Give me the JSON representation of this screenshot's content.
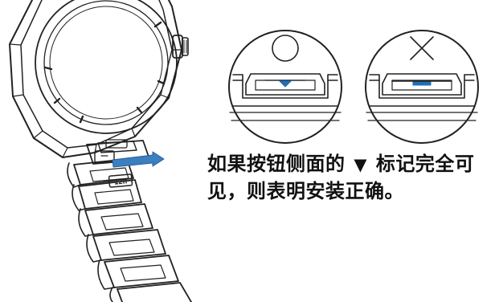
{
  "watch_band": {
    "label": "12H"
  },
  "instruction": {
    "text_before": "如果按钮侧面的",
    "marker": "▼",
    "text_after": "标记完全可见，则表明安装正确。"
  },
  "examples": [
    {
      "mark": "correct-circle",
      "marker_visibility": "fully visible"
    },
    {
      "mark": "incorrect-cross",
      "marker_visibility": "partially hidden"
    }
  ],
  "colors": {
    "accent": "#1f6fb5",
    "arrow": "#3a7fc0",
    "line": "#222222"
  }
}
